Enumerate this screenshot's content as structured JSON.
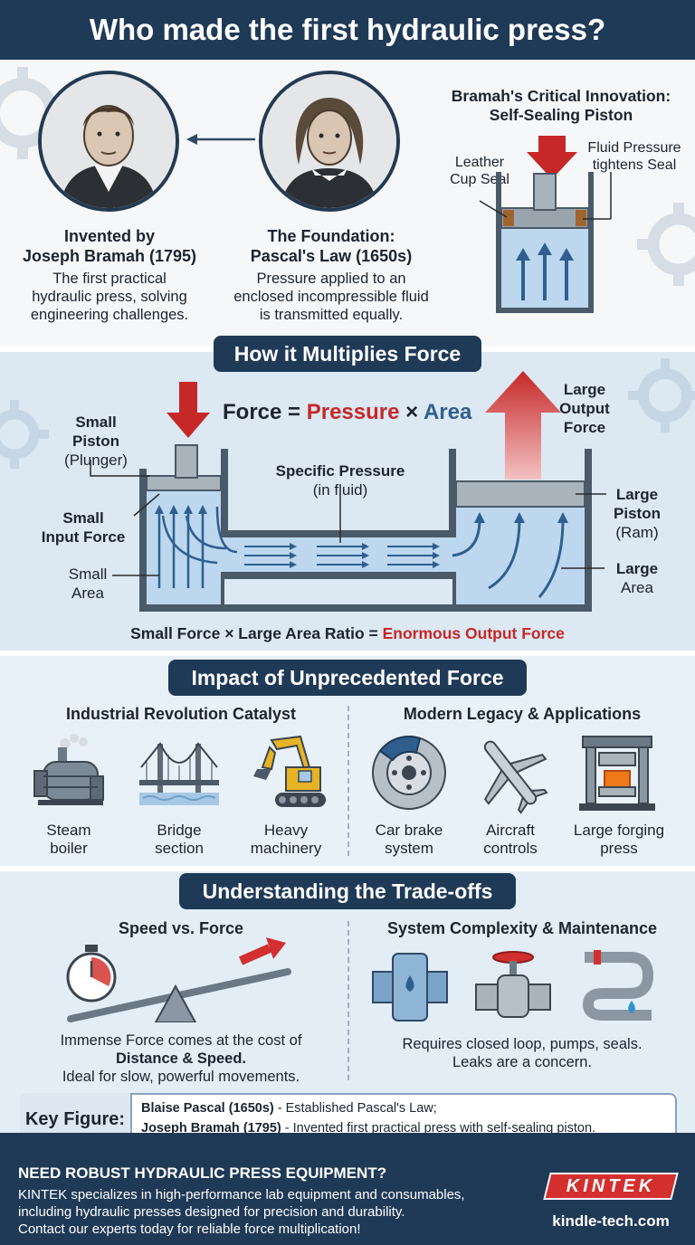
{
  "title": "Who made the first hydraulic press?",
  "top": {
    "bramah": {
      "heading_line1": "Invented by",
      "heading_line2": "Joseph Bramah (1795)",
      "desc_line1": "The first practical",
      "desc_line2": "hydraulic press, solving",
      "desc_line3": "engineering challenges."
    },
    "pascal": {
      "heading_line1": "The Foundation:",
      "heading_line2": "Pascal's Law (1650s)",
      "desc_line1": "Pressure applied to an",
      "desc_line2": "enclosed incompressible fluid",
      "desc_line3": "is transmitted equally."
    },
    "innovation": {
      "title_line1": "Bramah's Critical Innovation:",
      "title_line2": "Self-Sealing Piston",
      "leather_line1": "Leather",
      "leather_line2": "Cup Seal",
      "fluid_line1": "Fluid Pressure",
      "fluid_line2": "tightens Seal"
    }
  },
  "multiply": {
    "heading": "How it Multiplies Force",
    "formula_prefix": "Force = ",
    "formula_pressure": "Pressure",
    "formula_times": " × ",
    "formula_area": "Area",
    "small_piston_line1": "Small",
    "small_piston_line2": "Piston",
    "small_piston_line3": "(Plunger)",
    "small_input_line1": "Small",
    "small_input_line2": "Input Force",
    "small_area_line1": "Small",
    "small_area_line2": "Area",
    "specific_line1": "Specific Pressure",
    "specific_line2": "(in fluid)",
    "large_output_line1": "Large",
    "large_output_line2": "Output",
    "large_output_line3": "Force",
    "large_piston_line1": "Large",
    "large_piston_line2": "Piston",
    "large_piston_line3": "(Ram)",
    "large_area_line1": "Large",
    "large_area_line2": "Area",
    "summary_prefix": "Small Force × Large Area Ratio = ",
    "summary_highlight": "Enormous Output Force"
  },
  "impact": {
    "heading": "Impact of Unprecedented Force",
    "left_title": "Industrial Revolution Catalyst",
    "right_title": "Modern Legacy & Applications",
    "items": [
      {
        "line1": "Steam",
        "line2": "boiler",
        "icon": "steam-boiler-icon"
      },
      {
        "line1": "Bridge",
        "line2": "section",
        "icon": "bridge-icon"
      },
      {
        "line1": "Heavy",
        "line2": "machinery",
        "icon": "excavator-icon"
      },
      {
        "line1": "Car brake",
        "line2": "system",
        "icon": "brake-disc-icon"
      },
      {
        "line1": "Aircraft",
        "line2": "controls",
        "icon": "airplane-icon"
      },
      {
        "line1": "Large forging",
        "line2": "press",
        "icon": "forging-press-icon"
      }
    ]
  },
  "tradeoffs": {
    "heading": "Understanding the Trade-offs",
    "left_title": "Speed vs. Force",
    "left_line1": "Immense Force comes at the cost of",
    "left_line2": "Distance & Speed.",
    "left_line3": "Ideal for slow, powerful movements.",
    "right_title": "System Complexity & Maintenance",
    "right_line1": "Requires closed loop, pumps, seals.",
    "right_line2": "Leaks are a concern."
  },
  "key_figure": {
    "label": "Key Figure:",
    "line1_bold": "Blaise Pascal (1650s)",
    "line1_rest": " - Established Pascal's Law;",
    "line2_bold": "Joseph Bramah (1795)",
    "line2_rest": " - Invented first practical press with self-sealing piston."
  },
  "footer": {
    "heading": "NEED ROBUST HYDRAULIC PRESS EQUIPMENT?",
    "line1": "KINTEK specializes in high-performance lab equipment and consumables,",
    "line2": "including hydraulic presses designed for precision and durability.",
    "line3": "Contact our experts today for reliable force multiplication!",
    "logo": "KINTEK",
    "url": "kindle-tech.com"
  },
  "colors": {
    "navy": "#1f3a57",
    "accent_red": "#c62828",
    "accent_blue": "#2f5f8f",
    "fluid": "#bcd7ee"
  }
}
